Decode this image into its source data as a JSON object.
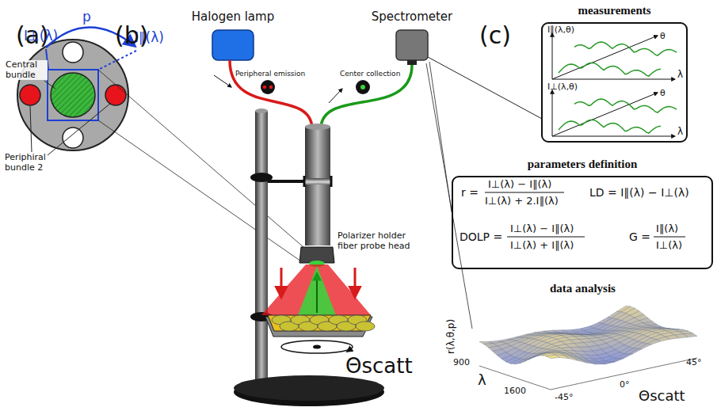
{
  "diagram": {
    "nodes": [
      {
        "text": [
          "Halogen lamp"
        ]
      },
      {
        "text": [
          "Spectrometer"
        ]
      },
      {
        "text": [
          "measurements",
          "I∥(λ,θ)",
          "θ",
          "λ",
          "I⊥(λ,θ)",
          "θ",
          "λ"
        ]
      },
      {
        "text": [
          "parameters definition",
          "r =",
          "I⊥(λ) − I∥(λ)",
          "I⊥(λ) + 2.I∥(λ)",
          "LD = I∥(λ) − I⊥(λ)",
          "DOLP =",
          "I⊥(λ) − I∥(λ)",
          "I⊥(λ) + I∥(λ)",
          "G =",
          "I∥(λ)",
          "I⊥(λ)"
        ]
      }
    ],
    "edges": [
      {
        "from": 1,
        "to": 2,
        "arrow": "none"
      }
    ],
    "labels": [
      "(a)",
      "I⊥(λ)",
      "p",
      "I∥(λ)",
      "Central bundle",
      "Periphiral bundle 2",
      "(b)",
      "Peripheral emission",
      "Center collection",
      "Polarizer holder fiber probe head",
      "Θscatt",
      "(c)",
      "data analysis",
      "r(λ,θ,p)",
      "900",
      "λ",
      "1600",
      "-45°",
      "0°",
      "45°",
      "Θscatt"
    ]
  }
}
